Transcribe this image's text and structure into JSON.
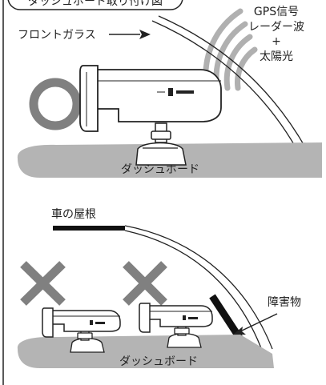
{
  "header": {
    "title": "ダッシュボード取り付け図"
  },
  "top_panel": {
    "windshield_label": "フロントガラス",
    "signal_lines": [
      "GPS信号",
      "レーダー波",
      "+",
      "太陽光"
    ],
    "verdict_icon": "circle-ok-icon",
    "dashboard_label": "ダッシュボード"
  },
  "bottom_panel": {
    "roof_label": "車の屋根",
    "obstacle_label": "障害物",
    "verdict_icon": "cross-ng-icon",
    "dashboard_label": "ダッシュボード"
  },
  "colors": {
    "dashboard": "#b4b4b4",
    "verdict_mark": "#808080",
    "signal_waves": "#b0b0b0",
    "lines": "#222222",
    "obstacle": "#111111"
  }
}
